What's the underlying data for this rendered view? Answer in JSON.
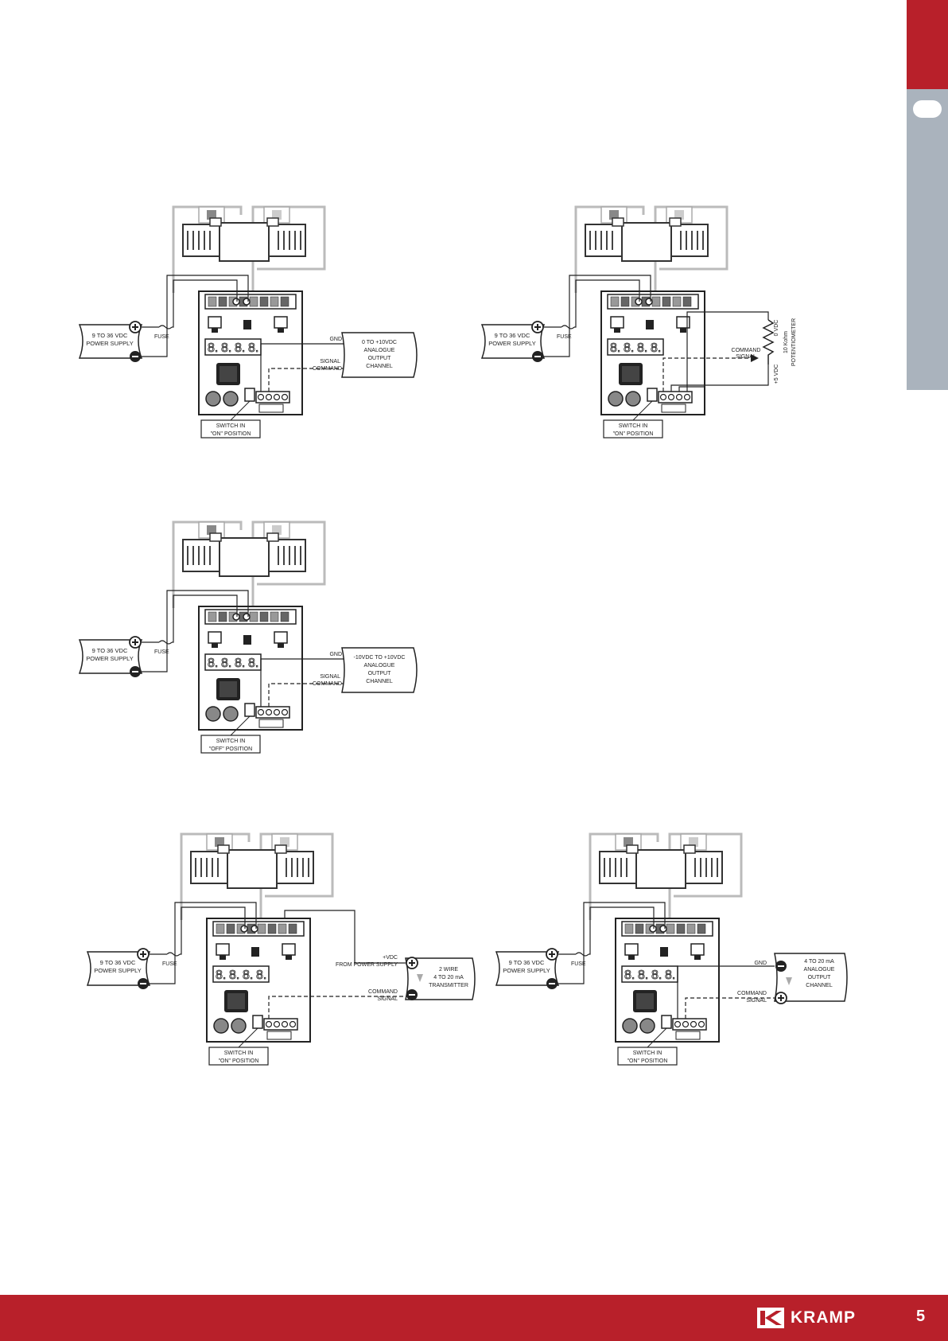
{
  "page": {
    "number": "5"
  },
  "brand": {
    "name": "KRAMP",
    "logo_icon": "kramp-logo-icon"
  },
  "colors": {
    "accent_red": "#b8202a",
    "side_grey": "#aab3bd"
  },
  "diagrams": [
    {
      "id": "d1",
      "supply_line1": "9 TO 36 VDC",
      "supply_line2": "POWER SUPPLY",
      "fuse": "FUSE",
      "switch_line1": "SWITCH IN",
      "switch_line2": "\"ON\" POSITION",
      "gnd": "GND",
      "sig_top": "SIGNAL",
      "sig_bottom": "COMMAND",
      "box_lines": [
        "0 TO +10VDC",
        "ANALOGUE",
        "OUTPUT",
        "CHANNEL"
      ]
    },
    {
      "id": "d2",
      "supply_line1": "9 TO 36 VDC",
      "supply_line2": "POWER SUPPLY",
      "fuse": "FUSE",
      "switch_line1": "SWITCH IN",
      "switch_line2": "\"ON\" POSITION",
      "cmd_line1": "COMMAND",
      "cmd_line2": "SIGNAL",
      "pot_top": "0 VDC",
      "pot_bottom": "+5 VDC",
      "pot_line1": "10 Kohm",
      "pot_line2": "POTENTIOMETER"
    },
    {
      "id": "d3",
      "supply_line1": "9 TO 36 VDC",
      "supply_line2": "POWER SUPPLY",
      "fuse": "FUSE",
      "switch_line1": "SWITCH IN",
      "switch_line2": "\"OFF\" POSITION",
      "gnd": "GND",
      "sig_top": "SIGNAL",
      "sig_bottom": "COMMAND",
      "box_lines": [
        "-10VDC TO +10VDC",
        "ANALOGUE",
        "OUTPUT",
        "CHANNEL"
      ]
    },
    {
      "id": "d4",
      "supply_line1": "9 TO 36 VDC",
      "supply_line2": "POWER SUPPLY",
      "fuse": "FUSE",
      "switch_line1": "SWITCH IN",
      "switch_line2": "\"ON\" POSITION",
      "vdc_line1": "+VDC",
      "vdc_line2": "FROM POWER SUPPLY",
      "cmd_line1": "COMMAND",
      "cmd_line2": "SIGNAL",
      "box_lines": [
        "2 WIRE",
        "4 TO 20 mA",
        "TRANSMITTER"
      ]
    },
    {
      "id": "d5",
      "supply_line1": "9 TO 36 VDC",
      "supply_line2": "POWER SUPPLY",
      "fuse": "FUSE",
      "switch_line1": "SWITCH IN",
      "switch_line2": "\"ON\" POSITION",
      "gnd": "GND",
      "cmd_line1": "COMMAND",
      "cmd_line2": "SIGNAL",
      "box_lines": [
        "4 TO 20 mA",
        "ANALOGUE",
        "OUTPUT",
        "CHANNEL"
      ]
    }
  ]
}
